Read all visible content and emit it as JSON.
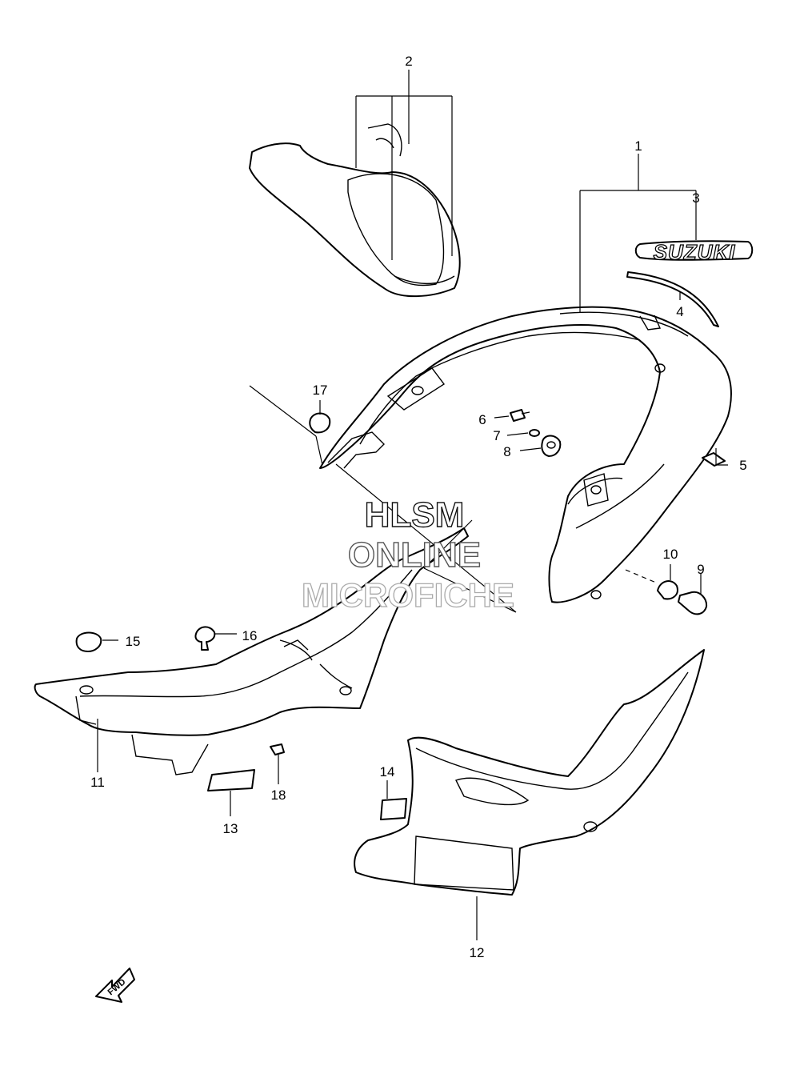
{
  "callouts": [
    "1",
    "2",
    "3",
    "4",
    "5",
    "6",
    "7",
    "8",
    "9",
    "10",
    "11",
    "12",
    "13",
    "14",
    "15",
    "16",
    "17",
    "18"
  ],
  "emblem_text": "SUZUKI",
  "watermark": {
    "line1": "HLSM",
    "line2": "ONLINE",
    "line3": "MICROFICHE"
  },
  "direction_arrow": "FWD",
  "colors": {
    "line": "#000000",
    "background": "#ffffff"
  }
}
